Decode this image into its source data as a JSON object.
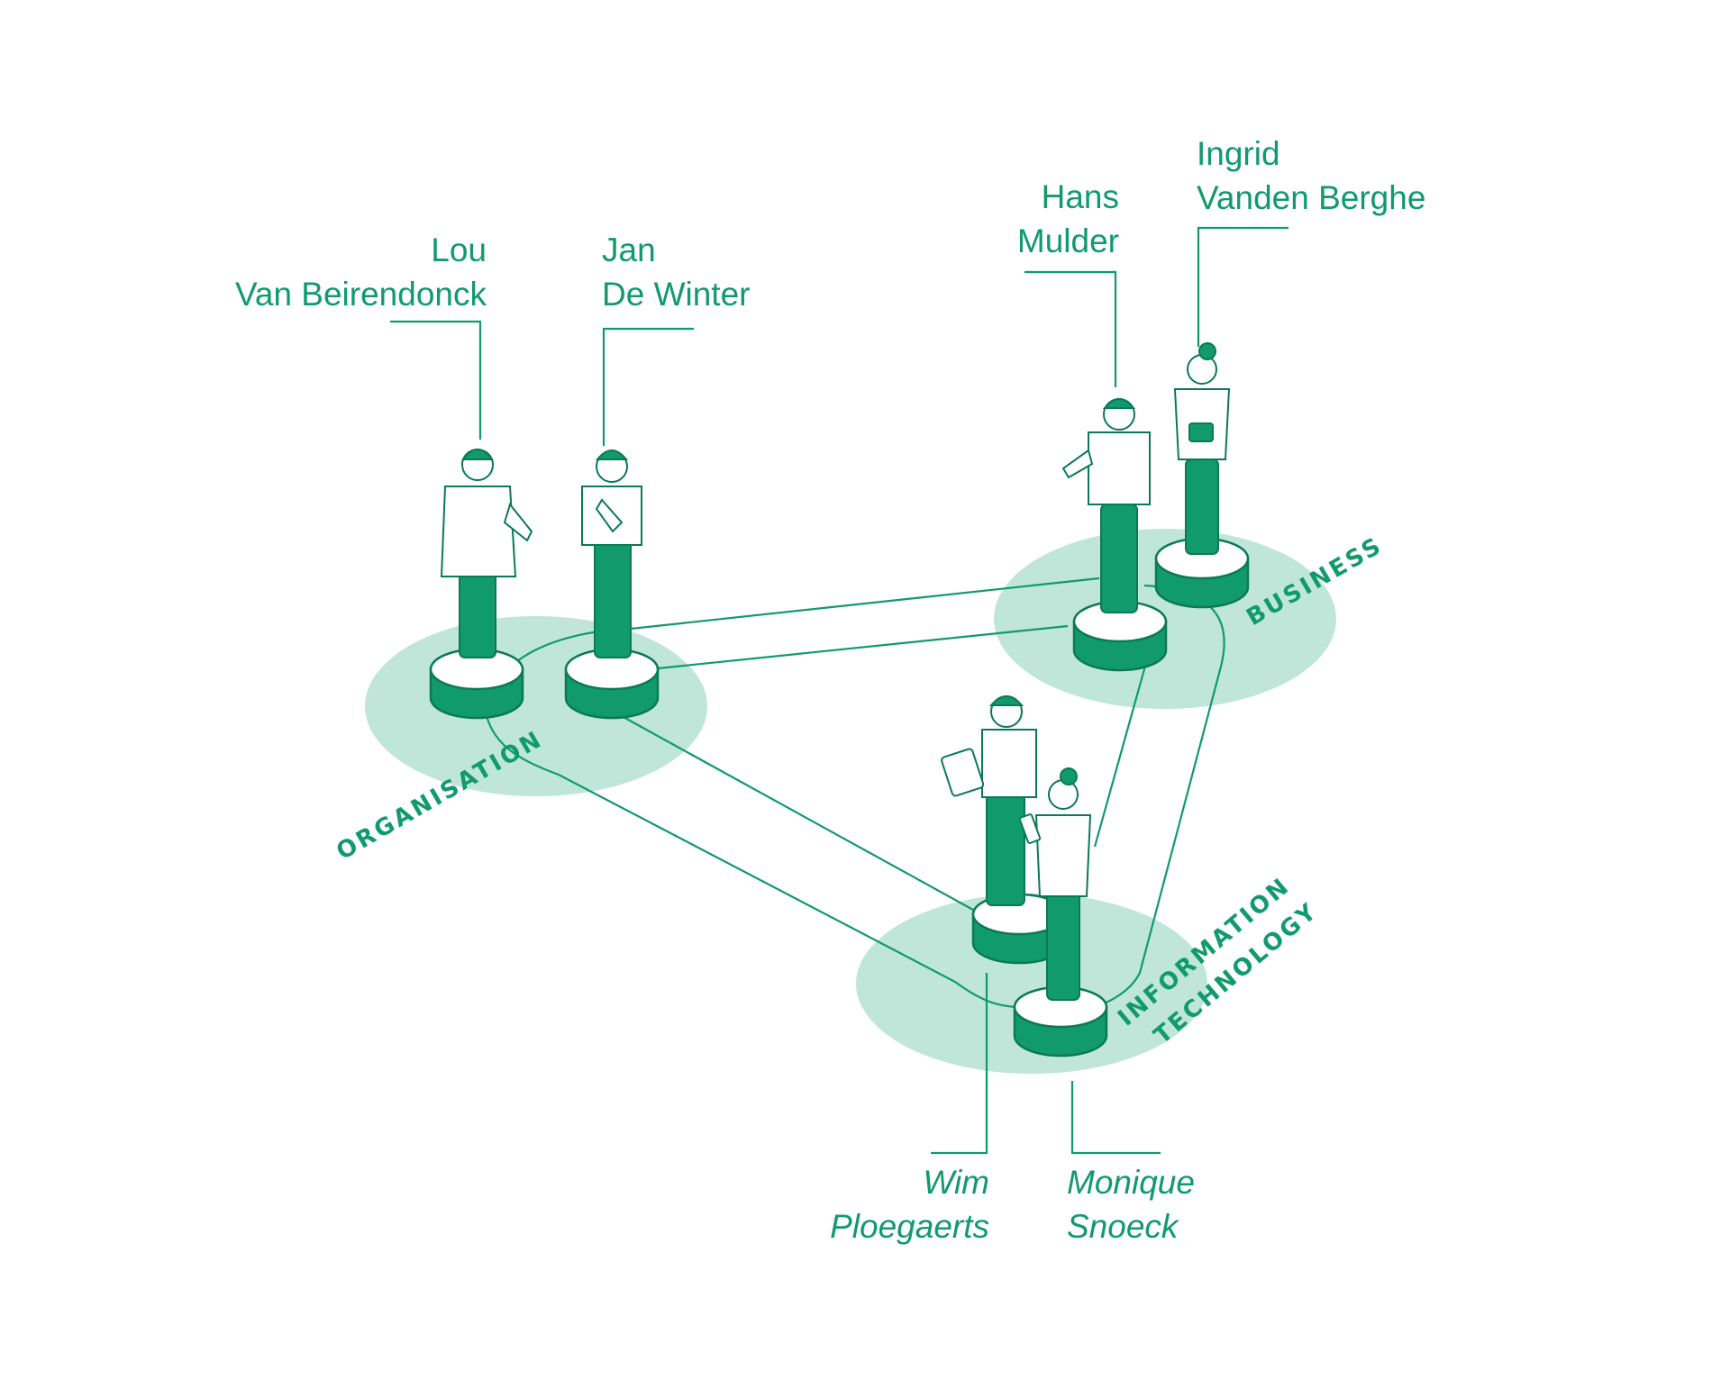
{
  "colors": {
    "accent": "#119a6c",
    "zone_fill": "#bfe6d9",
    "background": "#ffffff"
  },
  "zones": {
    "organisation": "ORGANISATION",
    "business": "BUSINESS",
    "information_technology_line1": "INFORMATION",
    "information_technology_line2": "TECHNOLOGY"
  },
  "people": {
    "lou": {
      "line1": "Lou",
      "line2": "Van Beirendonck"
    },
    "jan": {
      "line1": "Jan",
      "line2": "De Winter"
    },
    "hans": {
      "line1": "Hans",
      "line2": "Mulder"
    },
    "ingrid": {
      "line1": "Ingrid",
      "line2": "Vanden Berghe"
    },
    "wim": {
      "line1": "Wim",
      "line2": "Ploegaerts"
    },
    "monique": {
      "line1": "Monique",
      "line2": "Snoeck"
    }
  }
}
